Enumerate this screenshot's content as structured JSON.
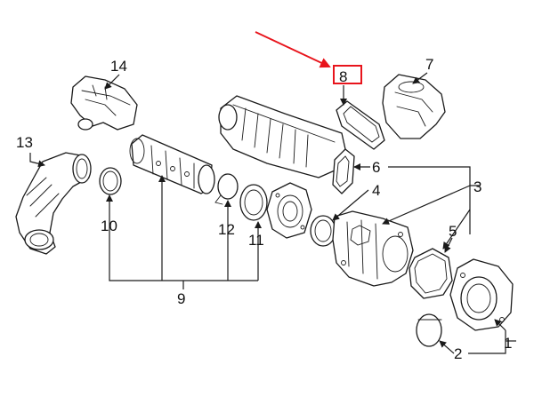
{
  "diagram": {
    "callouts": [
      "1",
      "2",
      "3",
      "4",
      "5",
      "6",
      "7",
      "8",
      "9",
      "10",
      "11",
      "12",
      "13",
      "14"
    ],
    "highlighted_callout": "8"
  },
  "colors": {
    "highlight": "#e8141c",
    "linework": "#1a1a1a",
    "background": "#ffffff"
  }
}
